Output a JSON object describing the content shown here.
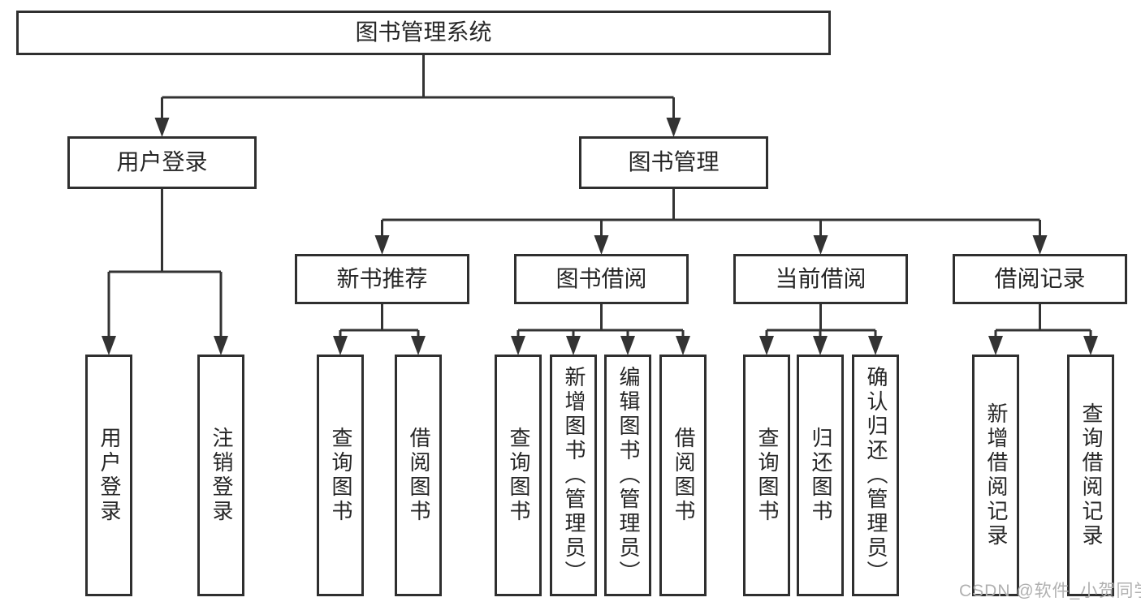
{
  "tree": {
    "label": "图书管理系统",
    "children": [
      {
        "label": "用户登录",
        "children": [
          {
            "label": "用户登录"
          },
          {
            "label": "注销登录"
          }
        ]
      },
      {
        "label": "图书管理",
        "children": [
          {
            "label": "新书推荐",
            "children": [
              {
                "label": "查询图书"
              },
              {
                "label": "借阅图书"
              }
            ]
          },
          {
            "label": "图书借阅",
            "children": [
              {
                "label": "查询图书"
              },
              {
                "label": "新增图书（管理员）"
              },
              {
                "label": "编辑图书（管理员）"
              },
              {
                "label": "借阅图书"
              }
            ]
          },
          {
            "label": "当前借阅",
            "children": [
              {
                "label": "查询图书"
              },
              {
                "label": "归还图书"
              },
              {
                "label": "确认归还（管理员）"
              }
            ]
          },
          {
            "label": "借阅记录",
            "children": [
              {
                "label": "新增借阅记录"
              },
              {
                "label": "查询借阅记录"
              }
            ]
          }
        ]
      }
    ]
  },
  "watermark": "CSDN @软件_小贺同学",
  "colors": {
    "line": "#333333",
    "box_border": "#2f2f2f",
    "text": "#262626",
    "watermark": "#b0b0b0",
    "background": "#ffffff"
  }
}
